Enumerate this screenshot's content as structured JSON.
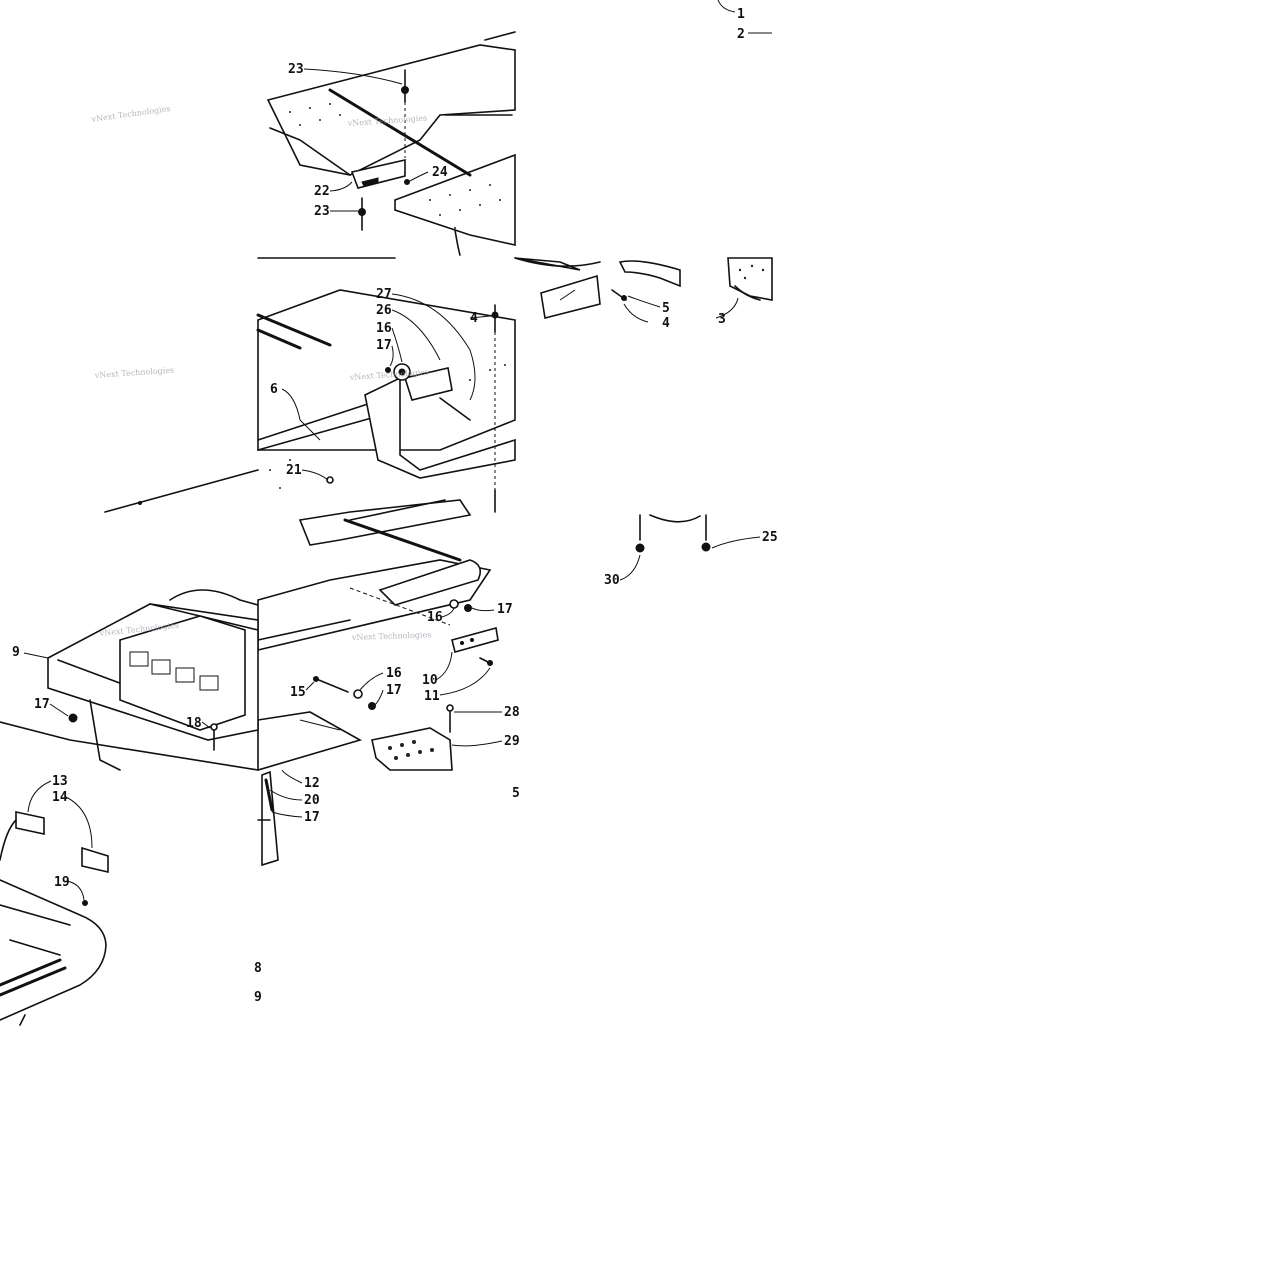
{
  "diagram": {
    "kind": "exploded-parts-diagram",
    "callouts": [
      {
        "id": "c1",
        "label": "1"
      },
      {
        "id": "c2",
        "label": "2"
      },
      {
        "id": "c3",
        "label": "3"
      },
      {
        "id": "c4a",
        "label": "4"
      },
      {
        "id": "c4b",
        "label": "4"
      },
      {
        "id": "c5",
        "label": "5"
      },
      {
        "id": "c5b",
        "label": "5"
      },
      {
        "id": "c6",
        "label": "6"
      },
      {
        "id": "c9",
        "label": "9"
      },
      {
        "id": "c10",
        "label": "10"
      },
      {
        "id": "c11",
        "label": "11"
      },
      {
        "id": "c12",
        "label": "12"
      },
      {
        "id": "c13",
        "label": "13"
      },
      {
        "id": "c14",
        "label": "14"
      },
      {
        "id": "c15",
        "label": "15"
      },
      {
        "id": "c16a",
        "label": "16"
      },
      {
        "id": "c16b",
        "label": "16"
      },
      {
        "id": "c16c",
        "label": "16"
      },
      {
        "id": "c17a",
        "label": "17"
      },
      {
        "id": "c17b",
        "label": "17"
      },
      {
        "id": "c17c",
        "label": "17"
      },
      {
        "id": "c17d",
        "label": "17"
      },
      {
        "id": "c17e",
        "label": "17"
      },
      {
        "id": "c18",
        "label": "18"
      },
      {
        "id": "c19",
        "label": "19"
      },
      {
        "id": "c20",
        "label": "20"
      },
      {
        "id": "c21",
        "label": "21"
      },
      {
        "id": "c22",
        "label": "22"
      },
      {
        "id": "c23a",
        "label": "23"
      },
      {
        "id": "c23b",
        "label": "23"
      },
      {
        "id": "c24",
        "label": "24"
      },
      {
        "id": "c25",
        "label": "25"
      },
      {
        "id": "c26",
        "label": "26"
      },
      {
        "id": "c27",
        "label": "27"
      },
      {
        "id": "c28",
        "label": "28"
      },
      {
        "id": "c29",
        "label": "29"
      },
      {
        "id": "c30",
        "label": "30"
      },
      {
        "id": "c8p",
        "label": "8"
      },
      {
        "id": "c9p",
        "label": "9"
      }
    ],
    "watermark": {
      "text": "vNext Technologies"
    }
  }
}
